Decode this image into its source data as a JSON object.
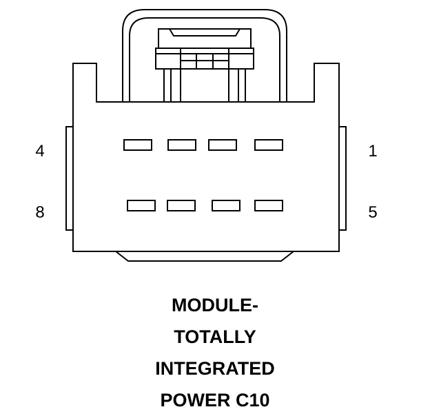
{
  "connector": {
    "pin_labels": {
      "top_left": "4",
      "bottom_left": "8",
      "top_right": "1",
      "bottom_right": "5"
    },
    "cavity_rows": 2,
    "cavities_per_row": 4
  },
  "caption": {
    "lines": [
      "MODULE-",
      "TOTALLY",
      "INTEGRATED",
      "POWER C10"
    ]
  }
}
